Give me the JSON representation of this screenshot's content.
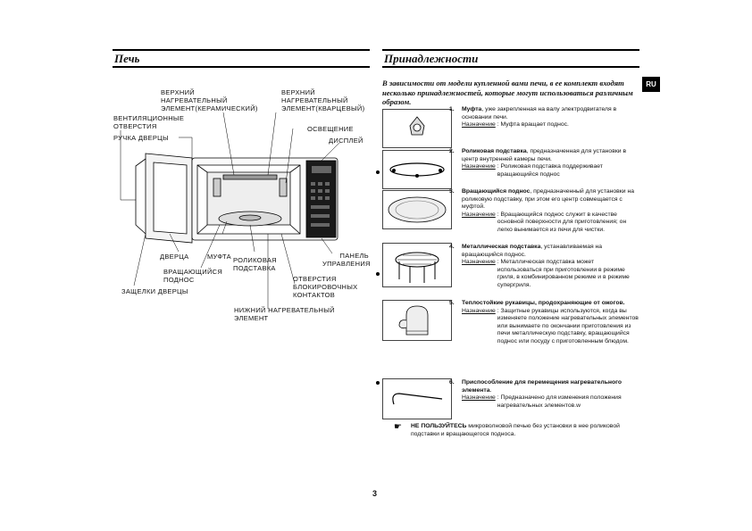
{
  "left_heading": "Печь",
  "right_heading": "Принадлежности",
  "lang_tab": "RU",
  "oven_labels": {
    "upper_ceramic": [
      "ВЕРХНИЙ",
      "НАГРЕВАТЕЛЬНЫЙ",
      "ЭЛЕМЕНТ(КЕРАМИЧЕСКИЙ)"
    ],
    "upper_quartz": [
      "ВЕРХНИЙ",
      "НАГРЕВАТЕЛЬНЫЙ",
      "ЭЛЕМЕНТ(КВАРЦЕВЫЙ)"
    ],
    "vents": [
      "ВЕНТИЛЯЦИОННЫЕ",
      "ОТВЕРСТИЯ"
    ],
    "handle": "РУЧКА ДВЕРЦЫ",
    "light": "ОСВЕЩЕНИЕ",
    "display": "ДИСПЛЕЙ",
    "door": "ДВЕРЦА",
    "coupler": "МУФТА",
    "roller": [
      "РОЛИКОВАЯ",
      "ПОДСТАВКА"
    ],
    "turntable": [
      "ВРАЩАЮЩИЙСЯ",
      "ПОДНОС"
    ],
    "latches": "ЗАЩЕЛКИ ДВЕРЦЫ",
    "panel": [
      "ПАНЕЛЬ",
      "УПРАВЛЕНИЯ"
    ],
    "interlock": [
      "ОТВЕРСТИЯ",
      "БЛОКИРОВОЧНЫХ",
      "КОНТАКТОВ"
    ],
    "lower": [
      "НИЖНИЙ НАГРЕВАТЕЛЬНЫЙ",
      "ЭЛЕМЕНТ"
    ]
  },
  "intro": "В зависимости от модели купленной вами печи, в ее комплект входят несколько принадлежностей, которые могут использоваться различным образом.",
  "purpose_label": "Назначение",
  "items": [
    {
      "num": "1.",
      "title": "Муфта",
      "desc": ", уже закрепленная на валу электродвигателя в основании печи.",
      "purpose": ": Муфта вращает поднос."
    },
    {
      "num": "2.",
      "title": "Роликовая подставка",
      "desc": ", предназначенная для установки в центр внутренней камеры печи.",
      "purpose": ": Роликовая подставка поддерживает вращающийся поднос"
    },
    {
      "num": "3.",
      "title": "Вращающийся поднос",
      "desc": ", предназначенный для установки на роликовую подставку, при этом его центр совмещается с муфтой.",
      "purpose": ": Вращающийся поднос служит в качестве основной поверхности для приготовления; он легко вынимается из печи для чистки."
    },
    {
      "num": "4.",
      "title": "Металлическая подставка",
      "desc": ", устанавливаемая на вращающийся поднос.",
      "purpose": ": Металлическая подставка может использоваться при приготовлении в режиме гриля, в комбинированном режиме и в режиме супергриля."
    },
    {
      "num": "5.",
      "title": "Теплостойкие рукавицы, продохраняющие от ожогов.",
      "desc": "",
      "purpose": ": Защитные рукавицы используются, когда вы изменяете положение нагревательных элементов или вынимаете по окончании приготовления из печи металлическую подставку, вращающийся поднос или посуду с приготовленным блюдом."
    },
    {
      "num": "6.",
      "title": "Приспособление для перемещения нагревательного элемента",
      "desc": ".",
      "purpose": ": Предназначено для изменения положения нагревательных элементов.w"
    }
  ],
  "note_bold": "НЕ ПОЛЬЗУЙТЕСЬ",
  "note_text": " микроволновой печью без установки в нее роликовой подставки и вращающегося подноса.",
  "page_number": "3"
}
